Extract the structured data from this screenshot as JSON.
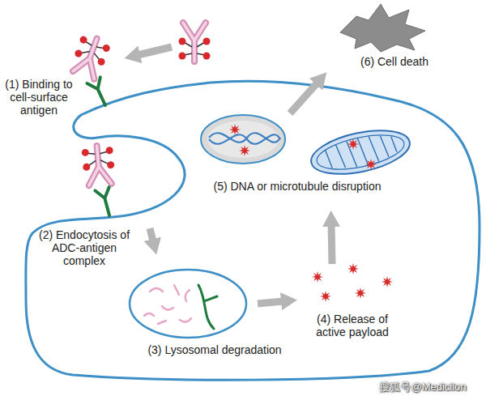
{
  "diagram": {
    "labels": [
      "(1) Binding to cell-surface antigen",
      "(2) Endocytosis of ADC-antigen complex",
      "(3) Lysosomal degradation",
      "(4) Release of active payload",
      "(5) DNA or microtubule disruption",
      "(6) Cell death",
      "搜狐号@Medicilon"
    ]
  }
}
